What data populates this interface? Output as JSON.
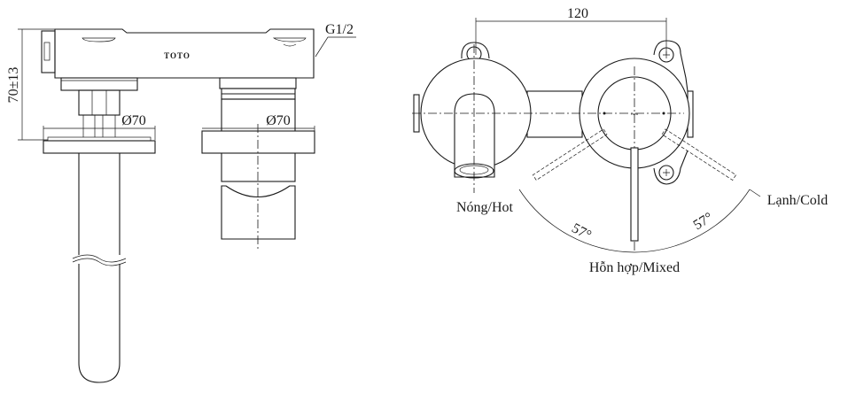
{
  "brand": "TOTO",
  "side_view": {
    "height_dimension": "70±13",
    "spout_flange_diameter": "Ø70",
    "valve_flange_diameter": "Ø70",
    "thread_label": "G1/2"
  },
  "front_view": {
    "center_distance": "120",
    "hot_label": "Nóng/Hot",
    "cold_label": "Lạnh/Cold",
    "mixed_label": "Hỗn hợp/Mixed",
    "hot_angle": "57°",
    "cold_angle": "57°"
  }
}
